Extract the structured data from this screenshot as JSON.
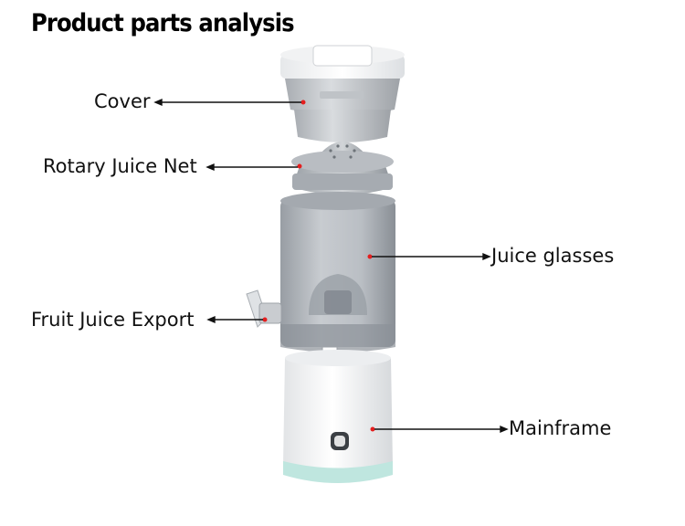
{
  "title": "Product parts analysis",
  "parts": {
    "cover": "Cover",
    "net": "Rotary Juice Net",
    "glasses": "Juice glasses",
    "export": "Fruit Juice Export",
    "mainframe": "Mainframe"
  },
  "colors": {
    "dot": "#e41e1e",
    "plastic_grey": "#c9ccd0",
    "body_white": "#f7f7f7",
    "base_mint": "#bfe6df"
  }
}
